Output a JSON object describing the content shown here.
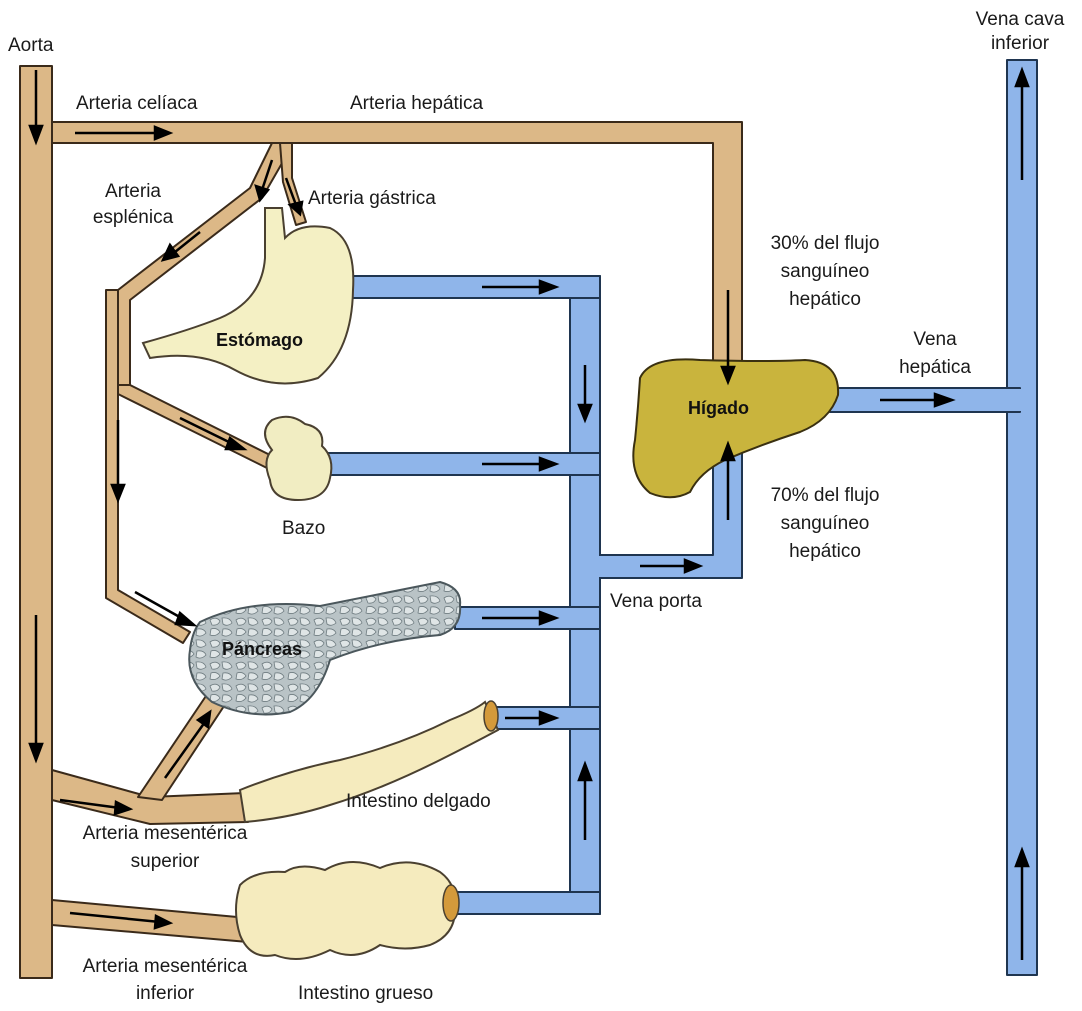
{
  "colors": {
    "artery_fill": "#dcb887",
    "vein_fill": "#8fb5ea",
    "stroke": "#3a2a1a",
    "stomach": "#f4f0c4",
    "liver": "#c9b43d",
    "spleen": "#f1edc2",
    "pancreas": "#b9c3c6",
    "intestine": "#f5ebbe",
    "intestine_end": "#d49a3b"
  },
  "labels": {
    "aorta": "Aorta",
    "vena_cava_1": "Vena cava",
    "vena_cava_2": "inferior",
    "arteria_celiaca": "Arteria celíaca",
    "arteria_hepatica": "Arteria hepática",
    "arteria_esplenica_1": "Arteria",
    "arteria_esplenica_2": "esplénica",
    "arteria_gastrica": "Arteria gástrica",
    "flujo30_1": "30% del flujo",
    "flujo30_2": "sanguíneo",
    "flujo30_3": "hepático",
    "vena_hepatica_1": "Vena",
    "vena_hepatica_2": "hepática",
    "estomago": "Estómago",
    "higado": "Hígado",
    "bazo": "Bazo",
    "flujo70_1": "70% del flujo",
    "flujo70_2": "sanguíneo",
    "flujo70_3": "hepático",
    "vena_porta": "Vena porta",
    "pancreas": "Páncreas",
    "intestino_delgado": "Intestino delgado",
    "mesenterica_sup_1": "Arteria mesentérica",
    "mesenterica_sup_2": "superior",
    "mesenterica_inf_1": "Arteria mesentérica",
    "mesenterica_inf_2": "inferior",
    "intestino_grueso": "Intestino grueso"
  }
}
